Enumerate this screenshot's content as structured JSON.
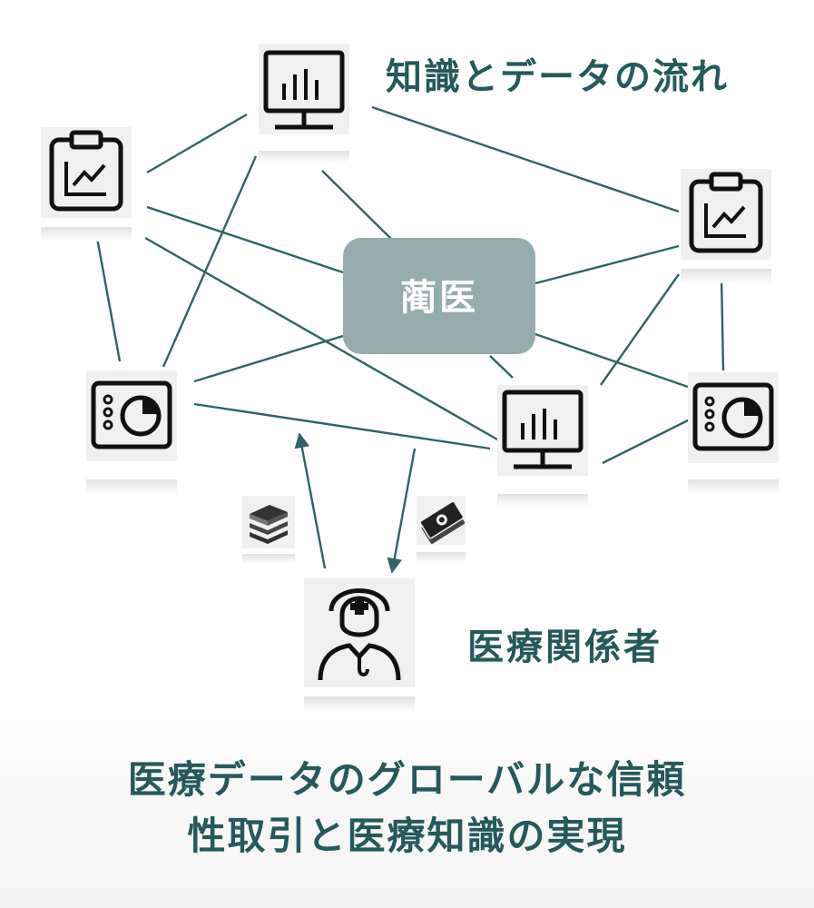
{
  "header": {
    "flow_title": "知識とデータの流れ"
  },
  "hub": {
    "label": "蔺医"
  },
  "actor": {
    "label": "医療関係者"
  },
  "caption": {
    "line1": "医療データのグローバルな信頼",
    "line2": "性取引と医療知識の実現"
  },
  "icons": [
    {
      "name": "monitor-chart-icon"
    },
    {
      "name": "clipboard-chart-icon"
    },
    {
      "name": "clipboard-chart-icon"
    },
    {
      "name": "dashboard-pie-icon"
    },
    {
      "name": "monitor-chart-icon"
    },
    {
      "name": "dashboard-pie-icon"
    },
    {
      "name": "books-icon"
    },
    {
      "name": "money-icon"
    },
    {
      "name": "doctor-icon"
    }
  ],
  "colors": {
    "line": "#2e6466",
    "hub_fill": "#95acac",
    "hub_text": "#ffffff",
    "accent_text": "#245a5c",
    "tile_bg": "#f0f0f0",
    "icon_stroke": "#111111"
  }
}
